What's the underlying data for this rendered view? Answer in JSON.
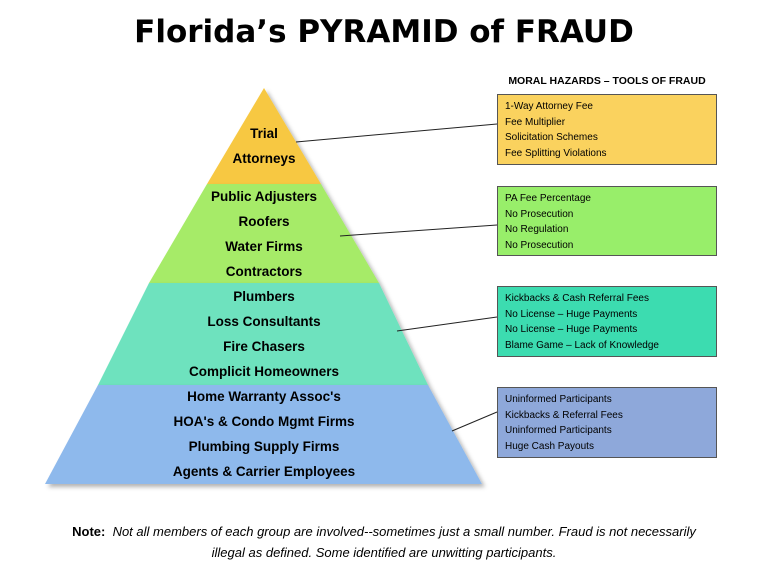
{
  "title": "Florida’s PYRAMID of FRAUD",
  "hazards_header": "MORAL HAZARDS – TOOLS OF FRAUD",
  "tiers": [
    {
      "color": "#F7C842",
      "labels": [
        "Trial",
        "Attorneys"
      ]
    },
    {
      "color": "#A6EB67",
      "labels": [
        "Public Adjusters",
        "Roofers",
        "Water Firms",
        "Contractors"
      ]
    },
    {
      "color": "#6EE2BE",
      "labels": [
        "Plumbers",
        "Loss Consultants",
        "Fire Chasers",
        "Complicit Homeowners"
      ]
    },
    {
      "color": "#8EB9EC",
      "labels": [
        "Home Warranty Assoc's",
        "HOA's & Condo Mgmt Firms",
        "Plumbing Supply Firms",
        "Agents & Carrier Employees"
      ]
    }
  ],
  "hazard_boxes": [
    {
      "color": "#FAD25E",
      "items": [
        "1-Way Attorney Fee",
        "Fee Multiplier",
        "Solicitation Schemes",
        "Fee Splitting Violations"
      ]
    },
    {
      "color": "#98EE6A",
      "items": [
        "PA Fee Percentage",
        "No Prosecution",
        "No Regulation",
        "No Prosecution"
      ]
    },
    {
      "color": "#3CDCB0",
      "items": [
        "Kickbacks & Cash Referral Fees",
        "No License – Huge Payments",
        "No License – Huge Payments",
        "Blame Game – Lack of Knowledge"
      ]
    },
    {
      "color": "#8EA8DA",
      "items": [
        "Uninformed Participants",
        "Kickbacks & Referral Fees",
        "Uninformed Participants",
        "Huge Cash Payouts"
      ]
    }
  ],
  "note": {
    "label": "Note:",
    "line1": "Not all members of each group are involved--sometimes just a small number. Fraud is not necessarily",
    "line2": "illegal as defined.  Some identified are unwitting participants."
  }
}
